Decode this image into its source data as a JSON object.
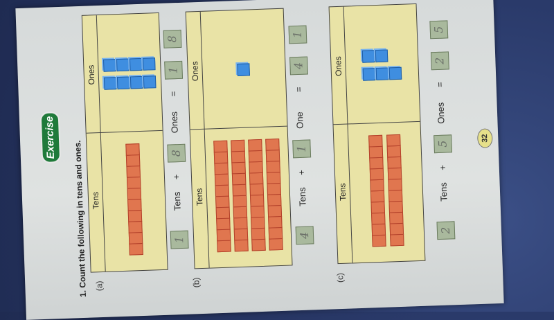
{
  "exercise_title": "Exercise",
  "question": "1. Count the following in tens and ones.",
  "headers": {
    "tens": "Tens",
    "ones": "Ones"
  },
  "sections": [
    {
      "label": "(a)",
      "tens": 1,
      "ones": 8,
      "answer": {
        "tens": "1",
        "ones": "8",
        "unit_tens": "Tens",
        "unit_ones": "Ones",
        "plus": "+",
        "equals": "=",
        "result_tens": "1",
        "result_ones": "8"
      }
    },
    {
      "label": "(b)",
      "tens": 4,
      "ones": 1,
      "answer": {
        "tens": "4",
        "ones": "1",
        "unit_tens": "Tens",
        "unit_ones": "One",
        "plus": "+",
        "equals": "=",
        "result_tens": "4",
        "result_ones": "1"
      }
    },
    {
      "label": "(c)",
      "tens": 2,
      "ones": 5,
      "answer": {
        "tens": "2",
        "ones": "5",
        "unit_tens": "Tens",
        "unit_ones": "Ones",
        "plus": "+",
        "equals": "=",
        "result_tens": "2",
        "result_ones": "5"
      }
    }
  ],
  "page_number": "32"
}
